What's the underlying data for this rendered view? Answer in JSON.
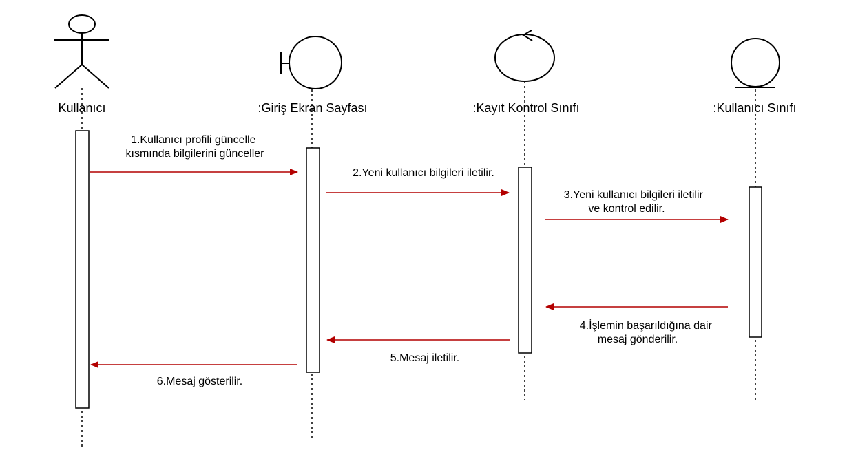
{
  "colors": {
    "arrow": "#b30000",
    "line": "#000000"
  },
  "participants": [
    {
      "id": "user",
      "kind": "actor",
      "label": "Kullanıcı"
    },
    {
      "id": "screen",
      "kind": "boundary",
      "label": ":Giriş Ekran Sayfası"
    },
    {
      "id": "control",
      "kind": "control",
      "label": ":Kayıt Kontrol Sınıfı"
    },
    {
      "id": "entity",
      "kind": "entity",
      "label": ":Kullanıcı Sınıfı"
    }
  ],
  "messages": [
    {
      "from": "user",
      "to": "screen",
      "lines": [
        "1.Kullanıcı profili güncelle",
        "kısmında bilgilerini günceller"
      ]
    },
    {
      "from": "screen",
      "to": "control",
      "lines": [
        "2.Yeni kullanıcı bilgileri iletilir."
      ]
    },
    {
      "from": "control",
      "to": "entity",
      "lines": [
        "3.Yeni kullanıcı bilgileri iletilir",
        "ve kontrol edilir."
      ]
    },
    {
      "from": "entity",
      "to": "control",
      "lines": [
        "4.İşlemin başarıldığına dair",
        "mesaj gönderilir."
      ]
    },
    {
      "from": "control",
      "to": "screen",
      "lines": [
        "5.Mesaj iletilir."
      ]
    },
    {
      "from": "screen",
      "to": "user",
      "lines": [
        "6.Mesaj gösterilir."
      ]
    }
  ]
}
